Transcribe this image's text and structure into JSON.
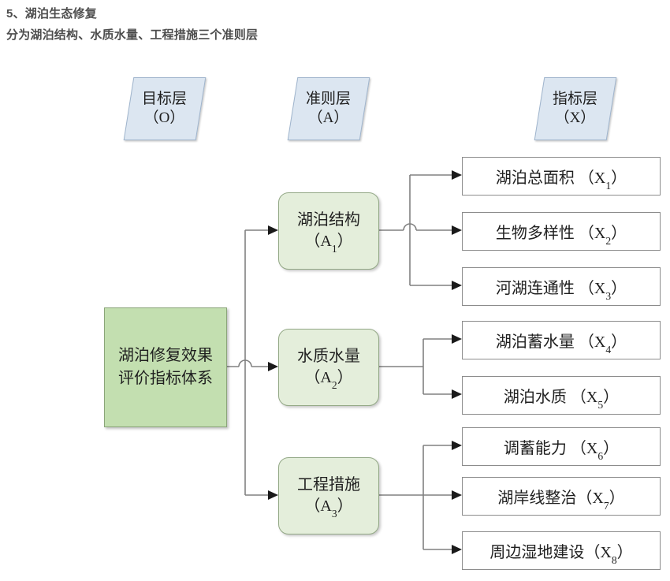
{
  "heading": {
    "line1": "5、湖泊生态修复",
    "line2": "分为湖泊结构、水质水量、工程措施三个准则层"
  },
  "layer_tags": [
    {
      "name": "goal-layer-tag",
      "line1": "目标层",
      "line2": "（O）"
    },
    {
      "name": "criteria-layer-tag",
      "line1": "准则层",
      "line2": "（A）"
    },
    {
      "name": "indicator-layer-tag",
      "line1": "指标层",
      "line2": "（X）"
    }
  ],
  "goal": {
    "label": "湖泊修复效果评价指标体系"
  },
  "criteria": [
    {
      "id": "A1",
      "name": "湖泊结构",
      "code": "（A",
      "sub": "1",
      "code_end": "）"
    },
    {
      "id": "A2",
      "name": "水质水量",
      "code": "（A",
      "sub": "2",
      "code_end": "）"
    },
    {
      "id": "A3",
      "name": "工程措施",
      "code": "（A",
      "sub": "3",
      "code_end": "）"
    }
  ],
  "indicators": [
    {
      "id": "X1",
      "parent": "A1",
      "name": "湖泊总面积",
      "code_open": "（X",
      "sub": "1",
      "code_close": "）",
      "gap": " "
    },
    {
      "id": "X2",
      "parent": "A1",
      "name": "生物多样性",
      "code_open": "（X",
      "sub": "2",
      "code_close": "）",
      "gap": " "
    },
    {
      "id": "X3",
      "parent": "A1",
      "name": "河湖连通性",
      "code_open": "（X",
      "sub": "3",
      "code_close": "）",
      "gap": " "
    },
    {
      "id": "X4",
      "parent": "A2",
      "name": "湖泊蓄水量",
      "code_open": "（X",
      "sub": "4",
      "code_close": "）",
      "gap": " "
    },
    {
      "id": "X5",
      "parent": "A2",
      "name": "湖泊水质",
      "code_open": "（X",
      "sub": "5",
      "code_close": "）",
      "gap": " "
    },
    {
      "id": "X6",
      "parent": "A3",
      "name": "调蓄能力",
      "code_open": "（X",
      "sub": "6",
      "code_close": "）",
      "gap": " "
    },
    {
      "id": "X7",
      "parent": "A3",
      "name": "湖岸线整治",
      "code_open": "（X",
      "sub": "7",
      "code_close": "）",
      "gap": ""
    },
    {
      "id": "X8",
      "parent": "A3",
      "name": "周边湿地建设",
      "code_open": "（X",
      "sub": "8",
      "code_close": "）",
      "gap": ""
    }
  ],
  "colors": {
    "goal_fill": "#c3dfb0",
    "criteria_fill": "#e4eedb",
    "indicator_fill": "#ffffff",
    "layer_tag_fill": "#dce6f1",
    "connector": "#808080",
    "heading_text": "#4d4d4d"
  }
}
